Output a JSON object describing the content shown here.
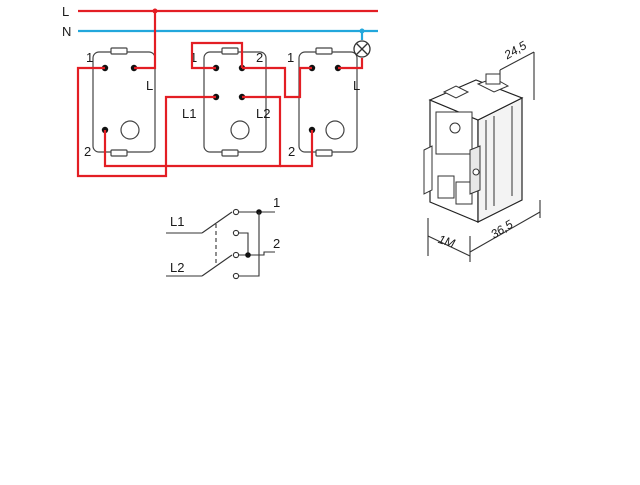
{
  "wiring": {
    "line_label": "L",
    "neutral_label": "N",
    "left_switch": {
      "t1": "1",
      "tL": "L",
      "t2": "2"
    },
    "middle_switch": {
      "t1": "1",
      "t2a": "2",
      "tL1": "L1",
      "tL2": "L2",
      "t2b": "2"
    },
    "right_switch": {
      "t1": "1",
      "tL": "L"
    }
  },
  "schematic": {
    "in1": "L1",
    "in2": "L2",
    "out1": "1",
    "out2": "2"
  },
  "dimensions": {
    "depth": "24,5",
    "height": "36,5",
    "module": "1M"
  },
  "colors": {
    "live_wire": "#e31e24",
    "neutral_wire": "#22a7dc"
  }
}
